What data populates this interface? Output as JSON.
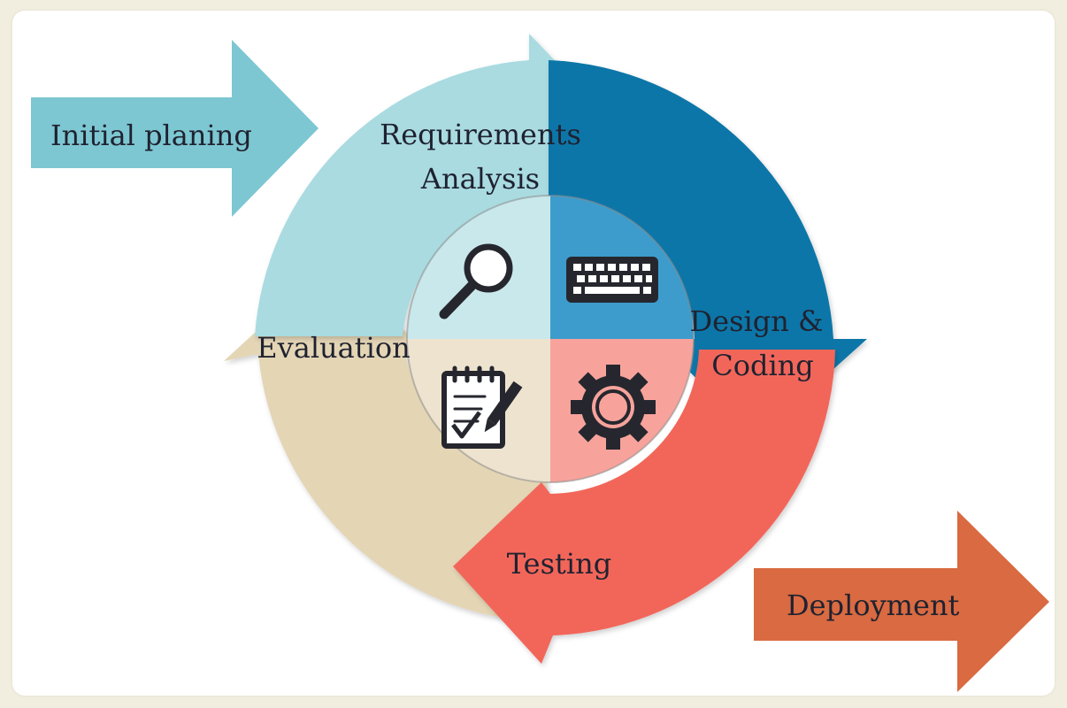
{
  "stages": {
    "initial": "Initial planing",
    "requirements_line1": "Requirements",
    "requirements_line2": "Analysis",
    "design_line1": "Design &",
    "design_line2": "Coding",
    "testing": "Testing",
    "evaluation": "Evaluation",
    "deployment": "Deployment"
  },
  "colors": {
    "background": "#f1eedf",
    "initial_arrow": "#7dc7d2",
    "requirements": "#a9dbe1",
    "design": "#0a76a8",
    "testing": "#f2665a",
    "evaluation": "#e4d5b5",
    "deployment": "#d96a41"
  },
  "icons": {
    "requirements": "magnifier-icon",
    "design": "keyboard-icon",
    "testing": "gear-icon",
    "evaluation": "checklist-icon"
  }
}
